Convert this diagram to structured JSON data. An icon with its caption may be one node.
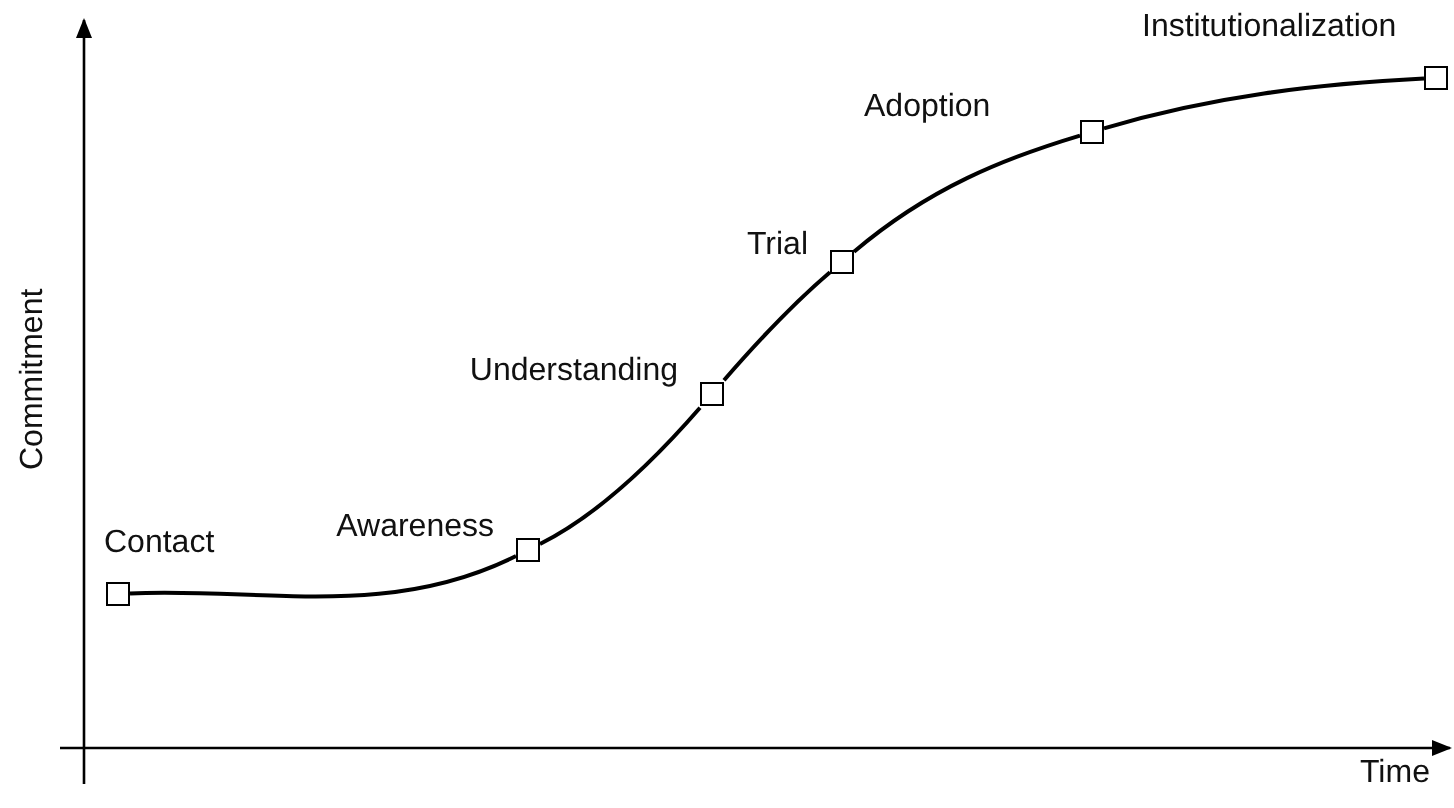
{
  "diagram": {
    "nodes": [
      {
        "text": [],
        "shape": "box",
        "beside": [
          "Contact"
        ]
      },
      {
        "text": [],
        "shape": "box",
        "beside": [
          "Awareness"
        ]
      },
      {
        "text": [],
        "shape": "box",
        "beside": [
          "Understanding"
        ]
      },
      {
        "text": [],
        "shape": "box",
        "beside": [
          "Trial"
        ]
      },
      {
        "text": [],
        "shape": "box",
        "beside": [
          "Adoption"
        ]
      },
      {
        "text": [],
        "shape": "box",
        "beside": [
          "Institutionalization"
        ]
      }
    ],
    "edges": [
      {
        "from": 0,
        "to": 1,
        "arrow": "none"
      },
      {
        "from": 1,
        "to": 2,
        "arrow": "none"
      },
      {
        "from": 2,
        "to": 3,
        "arrow": "none"
      },
      {
        "from": 3,
        "to": 4,
        "arrow": "none"
      },
      {
        "from": 4,
        "to": 5,
        "arrow": "none"
      }
    ],
    "labels": [
      "Commitment",
      "Time"
    ]
  }
}
